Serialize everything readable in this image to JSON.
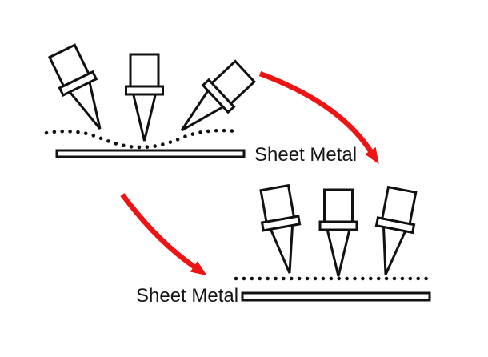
{
  "colors": {
    "arrow_red": "#ee1414",
    "line_black": "#111111",
    "surface_white": "#ffffff",
    "background": "#ffffff"
  },
  "scenes": {
    "top": {
      "label": "Sheet Metal",
      "tools": [
        "forming-tool-tilted-right-tip",
        "forming-tool-vertical",
        "forming-tool-tilted-left-tip"
      ],
      "tool_count": 3,
      "surface": "dotted-deformed-curve-with-dip"
    },
    "bottom": {
      "label": "Sheet Metal",
      "tools": [
        "forming-tool-slight-left-lean",
        "forming-tool-vertical",
        "forming-tool-slight-right-lean"
      ],
      "tool_count": 3,
      "surface": "dotted-flat-line"
    }
  },
  "arrows": {
    "top_right": "red-curved-arrow-down",
    "bottom_left": "red-curved-arrow-down"
  }
}
